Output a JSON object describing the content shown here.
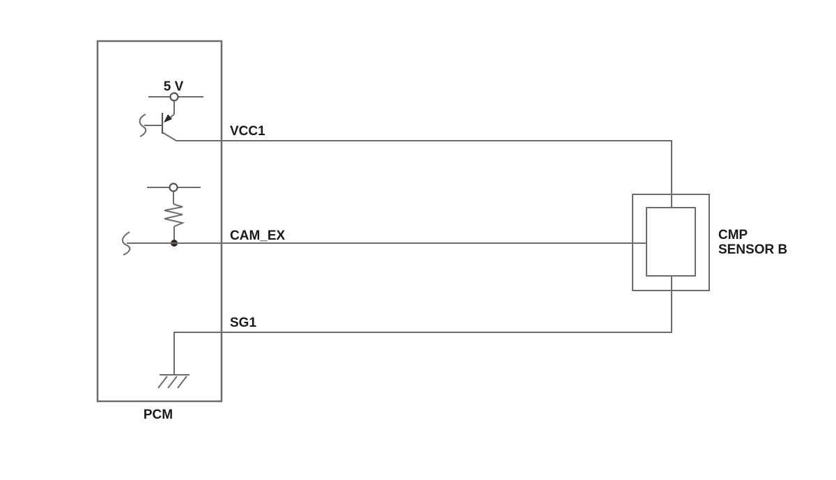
{
  "diagram_type": "automotive-wiring-circuit",
  "colors": {
    "background": "#ffffff",
    "wire": "#6f6b67",
    "component": "#57524e",
    "text": "#1a1a1a",
    "junction": "#2e2723"
  },
  "pcm": {
    "label": "PCM",
    "supply_label": "5 V",
    "components": [
      "5v-supply-terminal",
      "pnp-transistor",
      "pull-up-terminal",
      "pull-up-resistor",
      "junction-dot",
      "wire-break",
      "chassis-ground"
    ]
  },
  "signals": [
    {
      "label": "VCC1"
    },
    {
      "label": "CAM_EX"
    },
    {
      "label": "SG1"
    }
  ],
  "sensor": {
    "label_line1": "CMP",
    "label_line2": "SENSOR B"
  }
}
